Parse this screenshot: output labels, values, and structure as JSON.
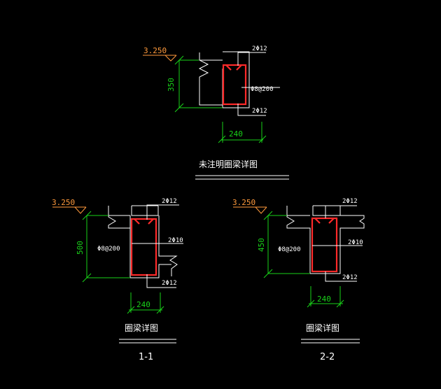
{
  "colors": {
    "background": "#000000",
    "line": "#ffffff",
    "dimension": "#19d219",
    "rebar": "#ff2a2a",
    "elevation": "#ff9a3c"
  },
  "detail_a": {
    "elevation": "3.250",
    "top_bar": "2Φ12",
    "stirrup": "Φ8@200",
    "bottom_bar": "2Φ12",
    "height_dim": "350",
    "width_dim": "240",
    "title": "未注明圈梁详图"
  },
  "detail_b": {
    "elevation": "3.250",
    "top_bar": "2Φ12",
    "stirrup": "Φ8@200",
    "mid_bar": "2Φ10",
    "bottom_bar": "2Φ12",
    "height_dim": "500",
    "width_dim": "240",
    "title": "圈梁详图",
    "section": "1-1"
  },
  "detail_c": {
    "elevation": "3.250",
    "top_bar": "2Φ12",
    "stirrup": "Φ8@200",
    "mid_bar": "2Φ10",
    "bottom_bar": "2Φ12",
    "height_dim": "450",
    "width_dim": "240",
    "title": "圈梁详图",
    "section": "2-2"
  }
}
